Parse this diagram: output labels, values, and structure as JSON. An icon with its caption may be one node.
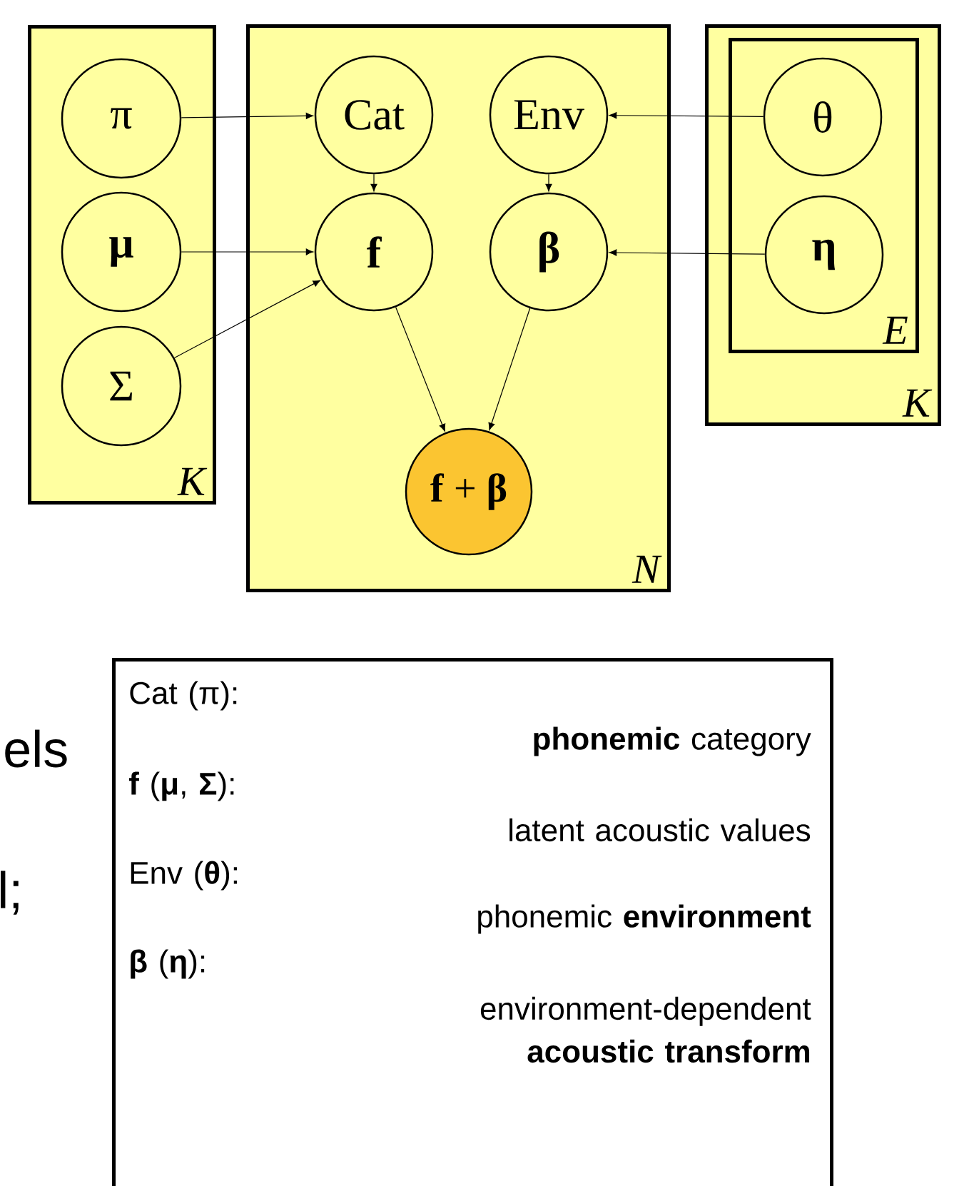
{
  "diagram": {
    "nodes": [
      {
        "text": [
          "K"
        ]
      },
      {
        "text": [
          "π"
        ],
        "in": 0
      },
      {
        "text": [
          "μ"
        ],
        "in": 0
      },
      {
        "text": [
          "Σ"
        ],
        "in": 0
      },
      {
        "text": [
          "N"
        ]
      },
      {
        "text": [
          "Cat"
        ],
        "in": 4
      },
      {
        "text": [
          "Env"
        ],
        "in": 4
      },
      {
        "text": [
          "f"
        ],
        "in": 4
      },
      {
        "text": [
          "β"
        ],
        "in": 4
      },
      {
        "text": [
          "**f** + **β**"
        ],
        "in": 4
      },
      {
        "text": [
          "K"
        ]
      },
      {
        "text": [
          "E"
        ],
        "in": 10
      },
      {
        "text": [
          "θ"
        ],
        "in": 11
      },
      {
        "text": [
          "η"
        ],
        "in": 11
      },
      {
        "text": [
          "Cat (π):",
          "**phonemic** category",
          "**f** (**μ**, **Σ**):",
          "latent acoustic values",
          "Env (**θ**):",
          "phonemic **environment**",
          "**β** (**η**):",
          "environment-dependent **acoustic transform**"
        ]
      }
    ],
    "edges": [
      {
        "from": 1,
        "to": 5,
        "arrow": "to"
      },
      {
        "from": 12,
        "to": 6,
        "arrow": "to"
      },
      {
        "from": 5,
        "to": 7,
        "arrow": "to"
      },
      {
        "from": 6,
        "to": 8,
        "arrow": "to"
      },
      {
        "from": 2,
        "to": 7,
        "arrow": "to"
      },
      {
        "from": 13,
        "to": 8,
        "arrow": "to"
      },
      {
        "from": 3,
        "to": 7,
        "arrow": "to"
      },
      {
        "from": 7,
        "to": 9,
        "arrow": "to"
      },
      {
        "from": 8,
        "to": 9,
        "arrow": "to"
      }
    ],
    "labels": [
      "els",
      "l;"
    ]
  }
}
